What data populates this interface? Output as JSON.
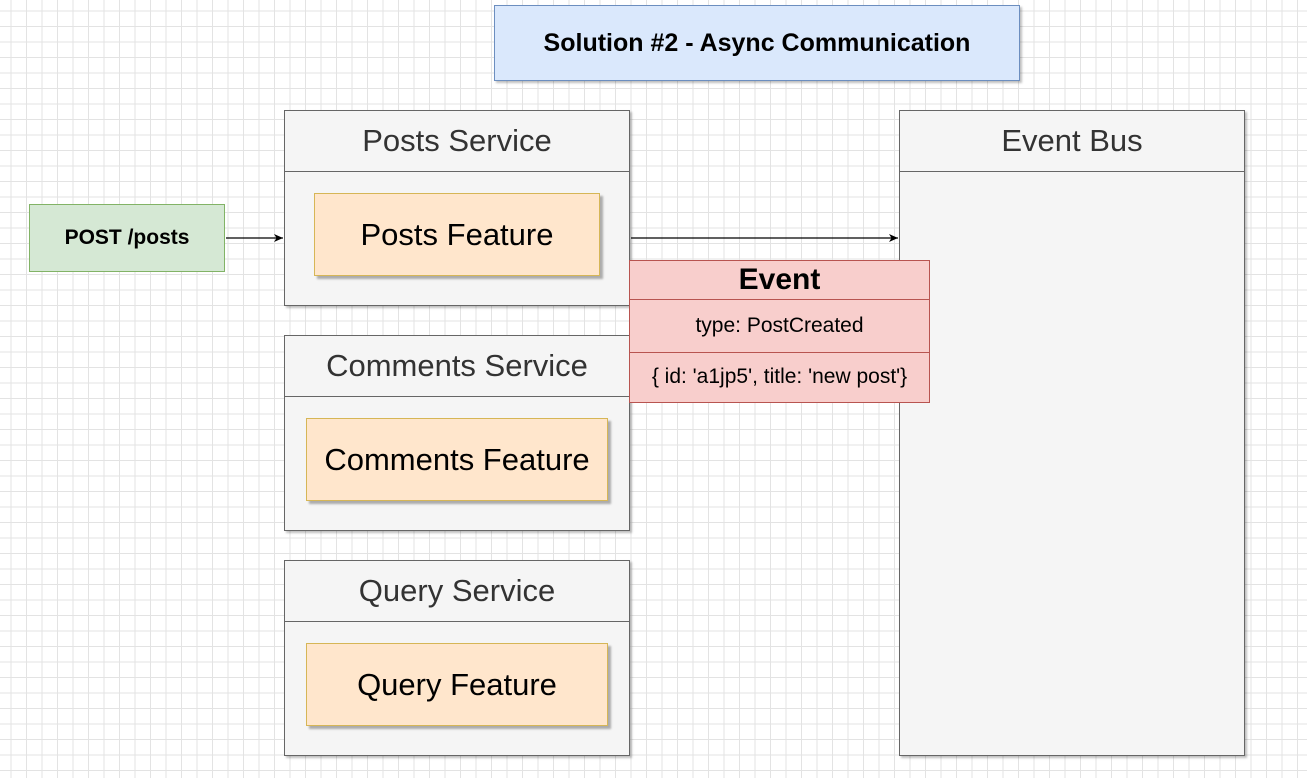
{
  "diagram": {
    "title": "Solution #2 - Async Communication",
    "request": "POST /posts",
    "services": {
      "posts": {
        "header": "Posts Service",
        "feature": "Posts Feature"
      },
      "comments": {
        "header": "Comments Service",
        "feature": "Comments Feature"
      },
      "query": {
        "header": "Query Service",
        "feature": "Query Feature"
      },
      "event_bus": {
        "header": "Event Bus"
      }
    },
    "event": {
      "title": "Event",
      "type": "type: PostCreated",
      "payload": "{ id: 'a1jp5', title: 'new post'}"
    },
    "colors": {
      "title_fill": "#dae8fc",
      "request_fill": "#d5e8d4",
      "service_fill": "#f5f5f5",
      "feature_fill": "#ffe6cc",
      "event_fill": "#f8cecc"
    }
  }
}
